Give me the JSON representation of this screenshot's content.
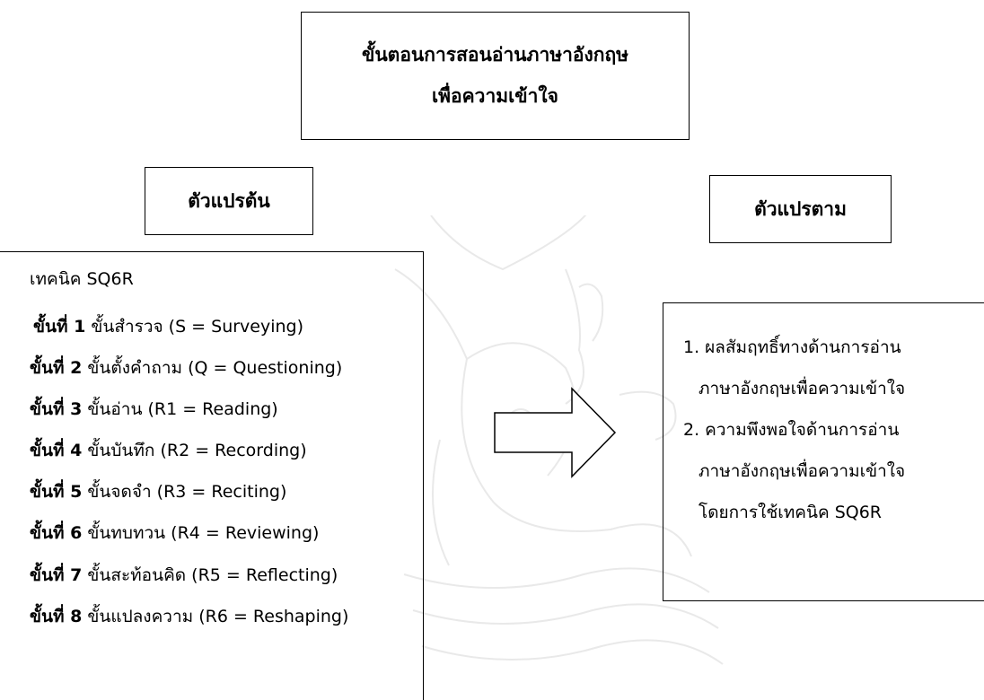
{
  "title": {
    "line1": "ขั้นตอนการสอนอ่านภาษาอังกฤษ",
    "line2": "เพื่อความเข้าใจ"
  },
  "independent_variable": {
    "header": "ตัวแปรต้น",
    "box_title": "เทคนิค SQ6R",
    "steps": [
      {
        "label": "ขั้นที่ 1",
        "text": " ขั้นสำรวจ (S = Surveying)"
      },
      {
        "label": "ขั้นที่ 2",
        "text": " ขั้นตั้งคำถาม (Q = Questioning)"
      },
      {
        "label": "ขั้นที่ 3",
        "text": " ขั้นอ่าน (R1 = Reading)"
      },
      {
        "label": "ขั้นที่ 4",
        "text": " ขั้นบันทึก (R2 = Recording)"
      },
      {
        "label": "ขั้นที่ 5",
        "text": " ขั้นจดจำ (R3 = Reciting)"
      },
      {
        "label": "ขั้นที่ 6",
        "text": " ขั้นทบทวน (R4 = Reviewing)"
      },
      {
        "label": "ขั้นที่ 7",
        "text": " ขั้นสะท้อนคิด (R5 = Reflecting)"
      },
      {
        "label": "ขั้นที่ 8",
        "text": " ขั้นแปลงความ (R6 = Reshaping)"
      }
    ]
  },
  "dependent_variable": {
    "header": "ตัวแปรตาม",
    "lines": [
      "1. ผลสัมฤทธิ์ทางด้านการอ่าน",
      "ภาษาอังกฤษเพื่อความเข้าใจ",
      "2. ความพึงพอใจด้านการอ่าน",
      "ภาษาอังกฤษเพื่อความเข้าใจ",
      "โดยการใช้เทคนิค SQ6R"
    ]
  }
}
